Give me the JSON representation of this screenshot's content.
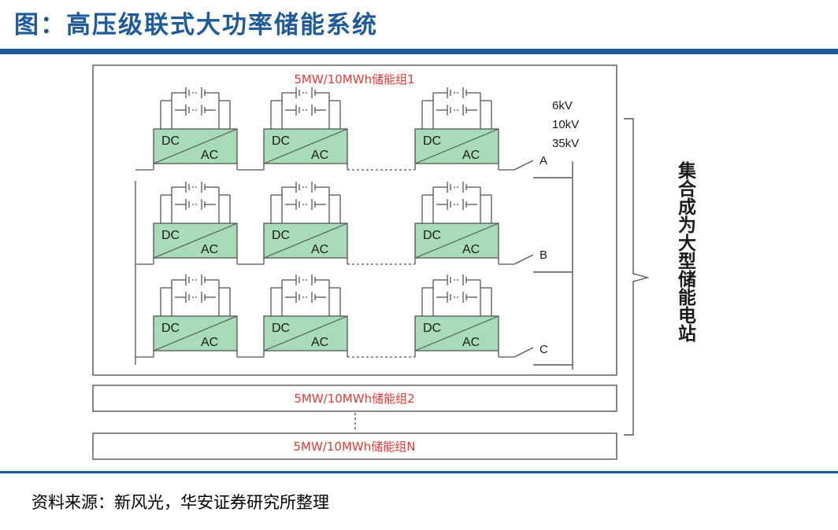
{
  "header": {
    "title": "图：高压级联式大功率储能系统"
  },
  "diagram": {
    "group1_label": "5MW/10MWh储能组1",
    "group2_label": "5MW/10MWh储能组2",
    "groupN_label": "5MW/10MWh储能组N",
    "voltages": [
      "6kV",
      "10kV",
      "35kV"
    ],
    "bus_labels": [
      "A",
      "B",
      "C"
    ],
    "converter": {
      "dc": "DC",
      "ac": "AC"
    },
    "side_label": "集合成为大型储能电站",
    "colors": {
      "converter_fill": "#a8dcb8",
      "label_red": "#e53935",
      "accent": "#1f5a99"
    }
  },
  "footer": {
    "source": "资料来源：新风光，华安证券研究所整理"
  }
}
